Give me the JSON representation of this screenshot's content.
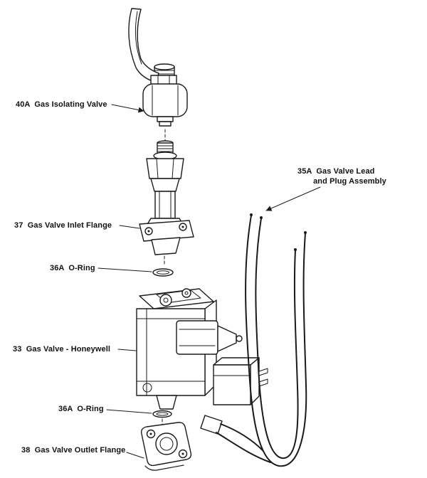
{
  "diagram": {
    "kind": "exploded-parts-diagram",
    "subject": "Gas valve assembly",
    "colors": {
      "background": "#ffffff",
      "ink": "#1a1a1a"
    },
    "labels": [
      {
        "ref": "40A",
        "text": "40A  Gas Isolating Valve"
      },
      {
        "ref": "35A",
        "text": "35A  Gas Valve Lead\n       and Plug Assembly"
      },
      {
        "ref": "37",
        "text": "37  Gas Valve Inlet Flange"
      },
      {
        "ref": "36A",
        "text": "36A  O-Ring"
      },
      {
        "ref": "33",
        "text": "33  Gas Valve - Honeywell"
      },
      {
        "ref": "36A",
        "text": "36A  O-Ring"
      },
      {
        "ref": "38",
        "text": "38  Gas Valve Outlet Flange"
      }
    ]
  }
}
